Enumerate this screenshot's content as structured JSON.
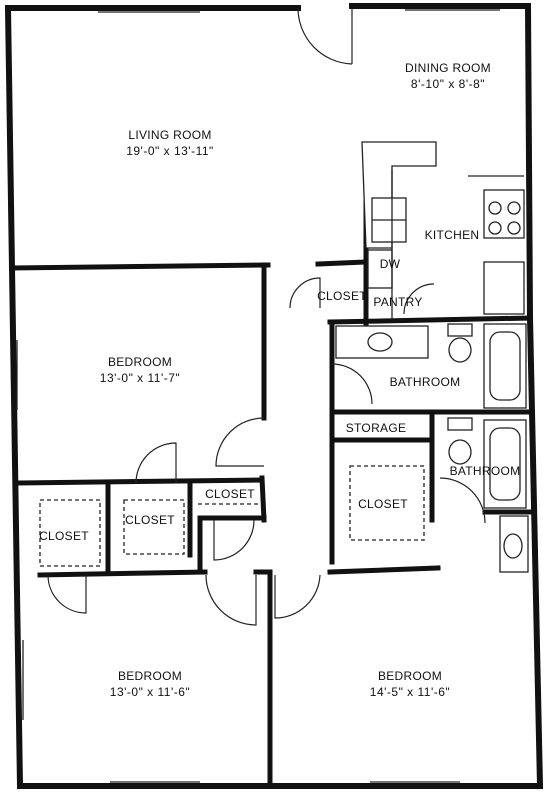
{
  "rooms": {
    "living_room": {
      "name": "LIVING ROOM",
      "dims": "19'-0\" x 13'-11\""
    },
    "dining_room": {
      "name": "DINING ROOM",
      "dims": "8'-10\" x 8'-8\""
    },
    "kitchen": {
      "name": "KITCHEN"
    },
    "dishwasher": {
      "name": "DW"
    },
    "hall_closet": {
      "name": "CLOSET"
    },
    "pantry": {
      "name": "PANTRY"
    },
    "bathroom_main": {
      "name": "BATHROOM"
    },
    "storage": {
      "name": "STORAGE"
    },
    "bathroom_ensuite": {
      "name": "BATHROOM"
    },
    "bedroom_upper": {
      "name": "BEDROOM",
      "dims": "13'-0\" x 11'-7\""
    },
    "closet_left": {
      "name": "CLOSET"
    },
    "closet_middle": {
      "name": "CLOSET"
    },
    "closet_small": {
      "name": "CLOSET"
    },
    "closet_ensuite": {
      "name": "CLOSET"
    },
    "bedroom_lower_left": {
      "name": "BEDROOM",
      "dims": "13'-0\" x 11'-6\""
    },
    "bedroom_lower_right": {
      "name": "BEDROOM",
      "dims": "14'-5\" x 11'-6\""
    }
  }
}
